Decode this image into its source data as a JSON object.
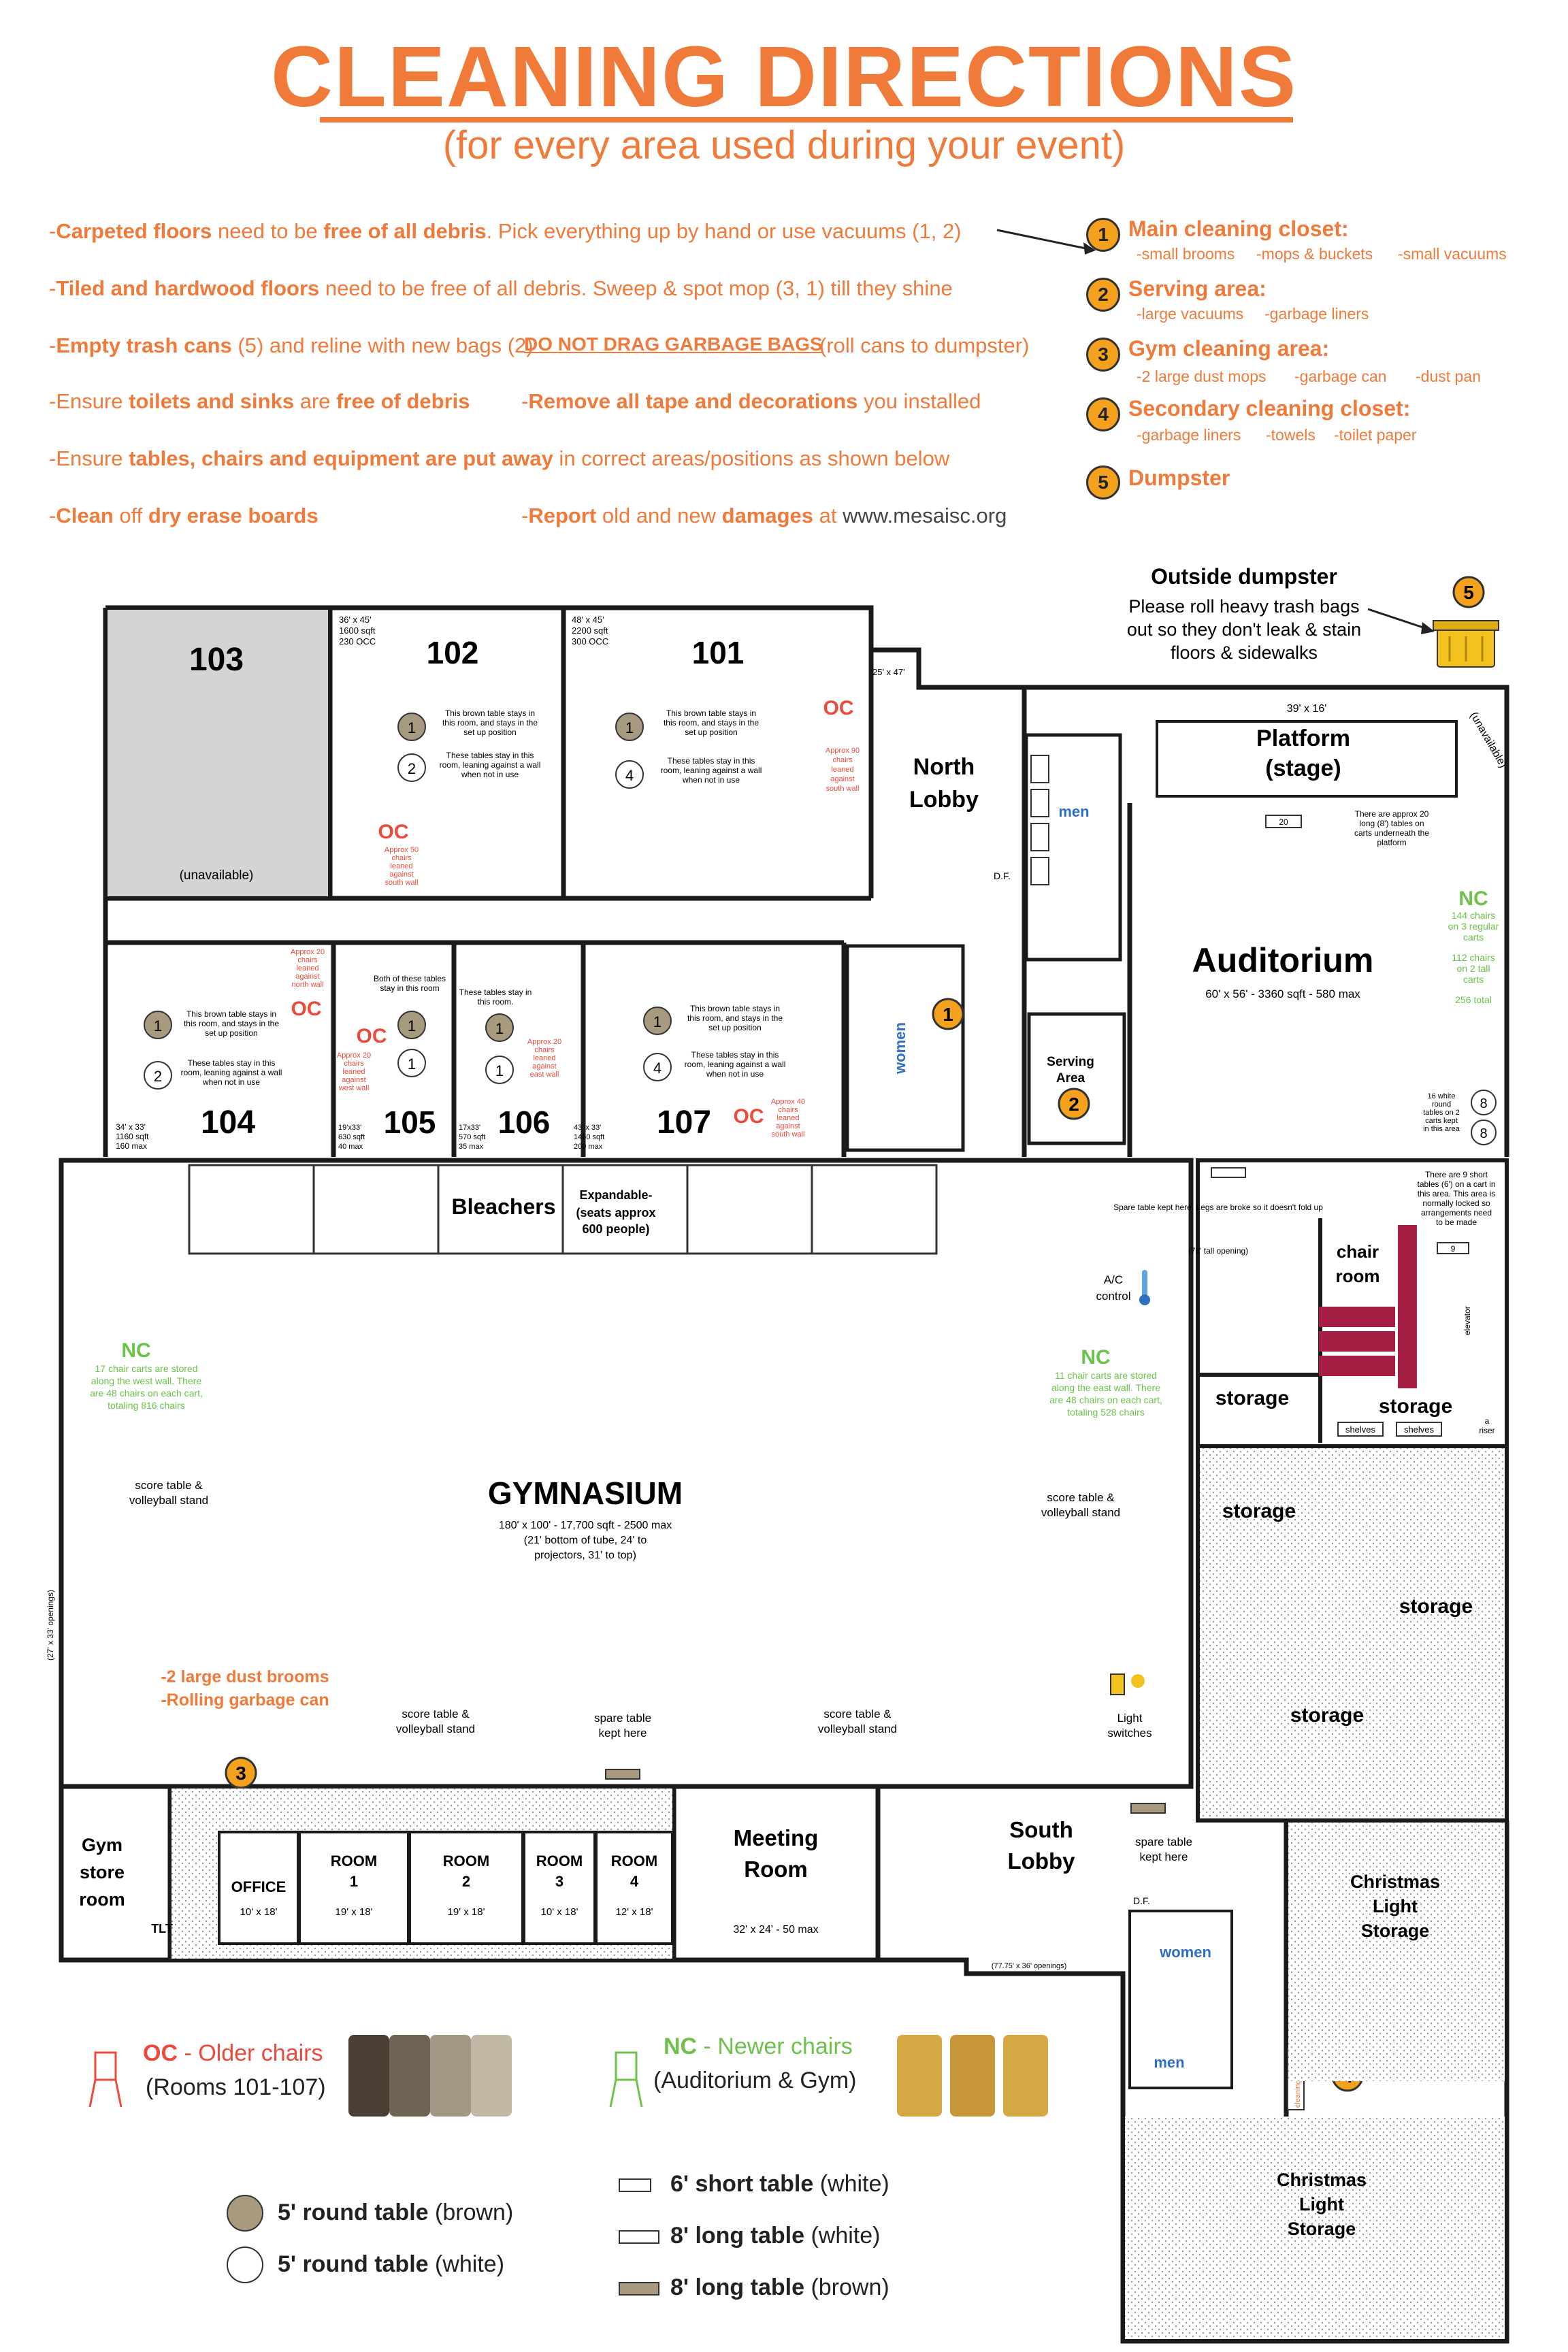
{
  "header": {
    "title": "CLEANING DIRECTIONS",
    "subtitle": "(for every area used during your event)"
  },
  "directions": {
    "d1": {
      "pre": "-",
      "b1": "Carpeted floors",
      "m1": " need to be ",
      "b2": "free of all debris",
      "m2": ".  Pick everything up by hand or use vacuums (1, 2)"
    },
    "d2": {
      "pre": "-",
      "b1": "Tiled and hardwood floors",
      "m1": " need to be free of all debris.  Sweep & spot mop (3, 1) till they shine"
    },
    "d3": {
      "pre": "-",
      "b1": "Empty trash cans",
      "m1": " (5) and reline with new bags (2)",
      "u1": "DO NOT DRAG GARBAGE BAGS",
      "m2": "(roll cans to dumpster)"
    },
    "d4": {
      "pre": "-Ensure ",
      "b1": "toilets and sinks",
      "m1": " are ",
      "b2": "free of debris"
    },
    "d5": {
      "pre": "-",
      "b1": "Remove all tape and decorations",
      "m1": " you installed"
    },
    "d6": {
      "pre": "-Ensure ",
      "b1": "tables, chairs and equipment are put away",
      "m1": " in correct areas/positions as shown below"
    },
    "d7": {
      "pre": "-",
      "b1": "Clean",
      "m1": " off ",
      "b2": "dry erase boards"
    },
    "d8": {
      "pre": "-",
      "b1": "Report",
      "m1": " old and new ",
      "b2": "damages",
      "m2": " at  ",
      "url": "www.mesaisc.org"
    }
  },
  "legend": [
    {
      "num": "1",
      "title": "Main cleaning closet:",
      "items": [
        "-small brooms",
        "-mops & buckets",
        "-small vacuums"
      ]
    },
    {
      "num": "2",
      "title": "Serving area:",
      "items": [
        "-large vacuums",
        "-garbage liners"
      ]
    },
    {
      "num": "3",
      "title": "Gym cleaning area:",
      "items": [
        "-2 large dust mops",
        "-garbage can",
        "-dust pan"
      ]
    },
    {
      "num": "4",
      "title": "Secondary cleaning closet:",
      "items": [
        "-garbage liners",
        "-towels",
        "-toilet paper"
      ]
    },
    {
      "num": "5",
      "title": "Dumpster",
      "items": []
    }
  ],
  "dumpster_note": {
    "title": "Outside dumpster",
    "lines": [
      "Please roll heavy trash bags",
      "out so they don't leak & stain",
      "floors & sidewalks"
    ]
  },
  "rooms": {
    "r103": "103",
    "r103_note": "(unavailable)",
    "r102": "102",
    "r102_info": [
      "36' x 45'",
      "1600 sqft",
      "230 OCC"
    ],
    "r101": "101",
    "r101_info": [
      "48' x 45'",
      "2200 sqft",
      "300 OCC"
    ],
    "r104": "104",
    "r104_info": [
      "34' x 33'",
      "1160 sqft",
      "160 max"
    ],
    "r105": "105",
    "r105_info": [
      "19'x33'",
      "630 sqft",
      "40 max"
    ],
    "r106": "106",
    "r106_info": [
      "17x33'",
      "570 sqft",
      "35 max"
    ],
    "r107": "107",
    "r107_info": [
      "43' x 33'",
      "1460 sqft",
      "200 max"
    ],
    "north_lobby": [
      "North",
      "Lobby"
    ],
    "north_dim": "25' x 47'",
    "platform": [
      "Platform",
      "(stage)"
    ],
    "platform_dim": "39' x 16'",
    "unavailable": "(unavailable)",
    "auditorium": "Auditorium",
    "auditorium_info": "60' x 56' - 3360 sqft - 580 max",
    "men": "men",
    "women": "women",
    "df": "D.F.",
    "serving": [
      "Serving",
      "Area"
    ],
    "bleachers": "Bleachers",
    "expandable": [
      "Expandable-",
      "(seats approx",
      "600 people)"
    ],
    "gymnasium": "GYMNASIUM",
    "gym_info": [
      "180' x 100' - 17,700 sqft - 2500 max",
      "(21' bottom of tube, 24' to",
      "projectors, 31' to top)"
    ],
    "chair_room": [
      "chair",
      "room"
    ],
    "storage": "storage",
    "shelves": "shelves",
    "riser": [
      "a",
      "riser"
    ],
    "elevator": "elevator",
    "ac_control": [
      "A/C",
      "control"
    ],
    "gym_store": [
      "Gym",
      "store",
      "room"
    ],
    "tlt": "TLT",
    "office": "OFFICE",
    "office_dim": "10' x 18'",
    "room1": [
      "ROOM",
      "1"
    ],
    "room1_dim": "19' x 18'",
    "room2": [
      "ROOM",
      "2"
    ],
    "room2_dim": "19' x 18'",
    "room3": [
      "ROOM",
      "3"
    ],
    "room3_dim": "10' x 18'",
    "room4": [
      "ROOM",
      "4"
    ],
    "room4_dim": "12' x 18'",
    "meeting": [
      "Meeting",
      "Room"
    ],
    "meeting_info": "32' x 24' - 50 max",
    "south_lobby": [
      "South",
      "Lobby"
    ],
    "south_open": "(77.75' x 36' openings)",
    "xmas_light": [
      "Christmas",
      "Light",
      "Storage"
    ],
    "light_switches": [
      "Light",
      "switches"
    ],
    "cleaning_supplies": "cleaning supplies",
    "gym_openings": "(27' x 33' openings)",
    "tall_opening": "(78' tall opening)"
  },
  "notes": {
    "brown_table": [
      "This brown table stays in",
      "this room, and stays in the",
      "set up position"
    ],
    "white_tables": [
      "These tables stay in this",
      "room, leaning against a wall",
      "when not in use"
    ],
    "both_tables": [
      "Both of these tables",
      "stay in this room"
    ],
    "these_tables": [
      "These tables stay in",
      "this room."
    ],
    "oc": "OC",
    "nc": "NC",
    "oc50": [
      "Approx 50",
      "chairs",
      "leaned",
      "against",
      "south wall"
    ],
    "oc90": [
      "Approx 90",
      "chairs",
      "leaned",
      "against",
      "south wall"
    ],
    "oc20n": [
      "Approx 20",
      "chairs",
      "leaned",
      "against",
      "north wall"
    ],
    "oc20w": [
      "Approx 20",
      "chairs",
      "leaned",
      "against",
      "west wall"
    ],
    "oc20e": [
      "Approx 20",
      "chairs",
      "leaned",
      "against",
      "east wall"
    ],
    "oc40": [
      "Approx 40",
      "chairs",
      "leaned",
      "against",
      "south wall"
    ],
    "aud_tables": [
      "There are approx 20",
      "long (8') tables on",
      "carts underneath the",
      "platform"
    ],
    "aud_chairs": [
      "144 chairs",
      "on 3 regular",
      "carts",
      "112 chairs",
      "on 2 tall",
      "carts",
      "256 total"
    ],
    "aud_round": [
      "16 white",
      "round",
      "tables on 2",
      "carts kept",
      "in this area"
    ],
    "spare_broke": "Spare table kept here. Legs are broke so it doesn't fold up",
    "short_tables": [
      "There are 9 short",
      "tables (6') on a cart in",
      "this area. This area is",
      "normally locked so",
      "arrangements need",
      "to be made"
    ],
    "gym_west": [
      "17 chair carts are stored",
      "along the west wall.  There",
      "are 48 chairs on each cart,",
      "totaling 816 chairs"
    ],
    "gym_east": [
      "11 chair carts are stored",
      "along the east wall.  There",
      "are 48 chairs on each cart,",
      "totaling 528 chairs"
    ],
    "score_table": [
      "score table &",
      "volleyball stand"
    ],
    "spare_here": [
      "spare table",
      "kept here"
    ],
    "gym_supplies": [
      "-2 large dust brooms",
      "-Rolling garbage can"
    ],
    "num20": "20",
    "num9": "9",
    "num8": "8",
    "n1": "1",
    "n2": "2",
    "n3": "3",
    "n4": "4",
    "n5": "5"
  },
  "bottom_legend": {
    "oc_label": "OC",
    "oc_text": " - Older chairs",
    "oc_sub": "(Rooms 101-107)",
    "nc_label": "NC",
    "nc_text": " - Newer chairs",
    "nc_sub": "(Auditorium & Gym)",
    "round_brown_b": "5' round table",
    "round_brown_t": " (brown)",
    "round_white_b": "5' round table",
    "round_white_t": " (white)",
    "short_white_b": "6' short table",
    "short_white_t": " (white)",
    "long_white_b": "8' long table",
    "long_white_t": " (white)",
    "long_brown_b": "8' long table",
    "long_brown_t": " (brown)"
  },
  "colors": {
    "orange": "#ef7a3a",
    "legend_badge": "#f4a11e",
    "oc_red": "#ec4a3c",
    "nc_green": "#6cc24a",
    "brown_table": "#a89a7e",
    "chair_rack": "#a51f45",
    "room103_fill": "#d4d4d4",
    "women_blue": "#2f6fc0"
  }
}
